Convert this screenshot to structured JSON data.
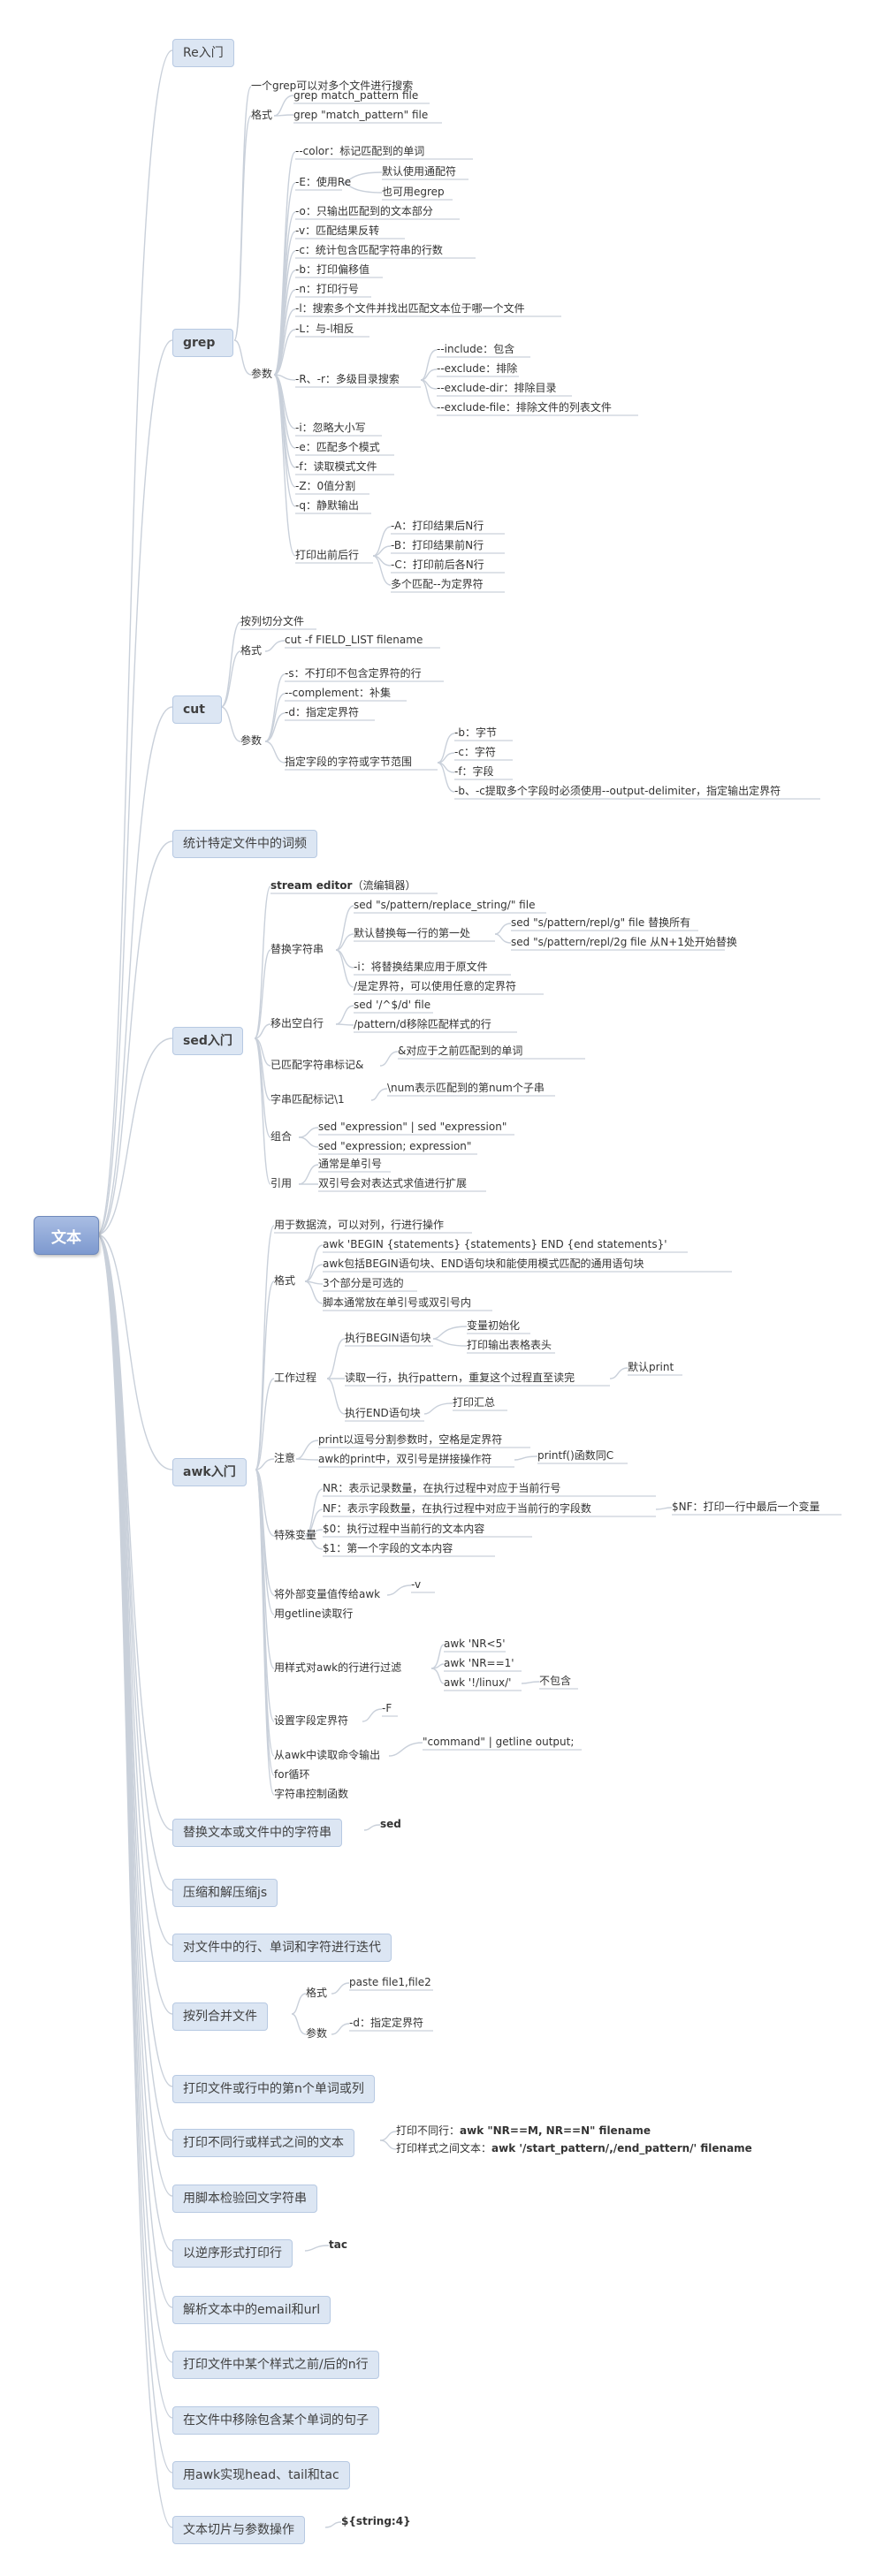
{
  "root": "文本",
  "branches": {
    "re": "Re入门",
    "grep": "grep",
    "cut": "cut",
    "wordfreq": "统计特定文件中的词频",
    "sed": "sed入门",
    "awk": "awk入门",
    "replace": "替换文本或文件中的字符串",
    "zipjs": "压缩和解压缩js",
    "iterate": "对文件中的行、单词和字符进行迭代",
    "merge": "按列合并文件",
    "nthword": "打印文件或行中的第n个单词或列",
    "between": "打印不同行或样式之间的文本",
    "palindrome": "用脚本检验回文字符串",
    "reverse": "以逆序形式打印行",
    "emailurl": "解析文本中的email和url",
    "beforeafter": "打印文件中某个样式之前/后的n行",
    "removesent": "在文件中移除包含某个单词的句子",
    "headtail": "用awk实现head、tail和tac",
    "slicing": "文本切片与参数操作"
  },
  "grep": {
    "format": "格式",
    "f1": "grep match_pattern file",
    "f2": "grep \"match_pattern\" file",
    "multi": "一个grep可以对多个文件进行搜索",
    "params": "参数",
    "color": "--color：标记匹配到的单词",
    "E": "-E：使用Re",
    "E1": "默认使用通配符",
    "E2": "也可用egrep",
    "o": "-o：只输出匹配到的文本部分",
    "v": "-v：匹配结果反转",
    "c": "-c：统计包含匹配字符串的行数",
    "b": "-b：打印偏移值",
    "n": "-n：打印行号",
    "l": "-l：搜索多个文件并找出匹配文本位于哪一个文件",
    "L": "-L：与-l相反",
    "R": "-R、-r：多级目录搜索",
    "R1": "--include：包含",
    "R2": "--exclude：排除",
    "R3": "--exclude-dir：排除目录",
    "R4": "--exclude-file：排除文件的列表文件",
    "i": "-i：忽略大小写",
    "e": "-e：匹配多个模式",
    "f": "-f：读取模式文件",
    "Z": "-Z：0值分割",
    "q": "-q：静默输出",
    "ctx": "打印出前后行",
    "A": "-A：打印结果后N行",
    "B": "-B：打印结果前N行",
    "C": "-C：打印前后各N行",
    "multi2": "多个匹配--为定界符"
  },
  "cut": {
    "split": "按列切分文件",
    "format": "格式",
    "f1": "cut -f FIELD_LIST filename",
    "params": "参数",
    "s": "-s：不打印不包含定界符的行",
    "comp": "--complement：补集",
    "d": "-d：指定定界符",
    "range": "指定字段的字符或字节范围",
    "rb": "-b：字节",
    "rc": "-c：字符",
    "rf": "-f：字段",
    "rbc": "-b、-c提取多个字段时必须使用--output-delimiter，指定输出定界符"
  },
  "sed": {
    "se": "stream editor",
    "se2": "（流编辑器）",
    "rep": "替换字符串",
    "rep1": "sed \"s/pattern/replace_string/\" file",
    "rep2": "默认替换每一行的第一处",
    "rep2a": "sed \"s/pattern/repl/g\" file 替换所有",
    "rep2b": "sed \"s/pattern/repl/2g file 从N+1处开始替换",
    "rep3": "-i：将替换结果应用于原文件",
    "rep4": "/是定界符，可以使用任意的定界符",
    "blank": "移出空白行",
    "blank1": "sed '/^$/d' file",
    "blank2": "/pattern/d移除匹配样式的行",
    "amp": "已匹配字符串标记&",
    "amp1": "&对应于之前匹配到的单词",
    "sub": "字串匹配标记\\1",
    "sub1": "\\num表示匹配到的第num个子串",
    "combo": "组合",
    "combo1": "sed \"expression\" | sed \"expression\"",
    "combo2": "sed \"expression; expression\"",
    "quote": "引用",
    "quote1": "通常是单引号",
    "quote2": "双引号会对表达式求值进行扩展"
  },
  "awk": {
    "intro": "用于数据流，可以对列，行进行操作",
    "format": "格式",
    "f1": "awk 'BEGIN {statements} {statements} END {end statements}'",
    "f2": "awk包括BEGIN语句块、END语句块和能使用模式匹配的通用语句块",
    "f3": "3个部分是可选的",
    "f4": "脚本通常放在单引号或双引号内",
    "proc": "工作过程",
    "p1": "执行BEGIN语句块",
    "p1a": "变量初始化",
    "p1b": "打印输出表格表头",
    "p2": "读取一行，执行pattern，重复这个过程直至读完",
    "p2a": "默认print",
    "p3": "执行END语句块",
    "p3a": "打印汇总",
    "note": "注意",
    "n1": "print以逗号分割参数时，空格是定界符",
    "n2": "awk的print中，双引号是拼接操作符",
    "n2a": "printf()函数同C",
    "vars": "特殊变量",
    "v1": "NR：表示记录数量，在执行过程中对应于当前行号",
    "v2": "NF：表示字段数量，在执行过程中对应于当前行的字段数",
    "v2a": "$NF：打印一行中最后一个变量",
    "v3": "$0：执行过程中当前行的文本内容",
    "v4": "$1：第一个字段的文本内容",
    "ext": "将外部变量值传给awk",
    "ext1": "-v",
    "getline": "用getline读取行",
    "filter": "用样式对awk的行进行过滤",
    "fl1": "awk 'NR<5'",
    "fl2": "awk 'NR==1'",
    "fl3": "awk '!/linux/'",
    "fl3a": "不包含",
    "delim": "设置字段定界符",
    "delim1": "-F",
    "cmd": "从awk中读取命令输出",
    "cmd1": "\"command\" | getline output;",
    "for": "for循环",
    "strfn": "字符串控制函数"
  },
  "replace_sed": "sed",
  "merge": {
    "format": "格式",
    "f1": "paste file1,file2",
    "params": "参数",
    "d": "-d：指定定界符"
  },
  "between": {
    "b1": "打印不同行：",
    "b1c": "awk \"NR==M, NR==N\" filename",
    "b2": "打印样式之间文本：",
    "b2c": "awk '/start_pattern/,/end_pattern/' filename"
  },
  "reverse_tac": "tac",
  "slicing_expr": "${string:4}"
}
